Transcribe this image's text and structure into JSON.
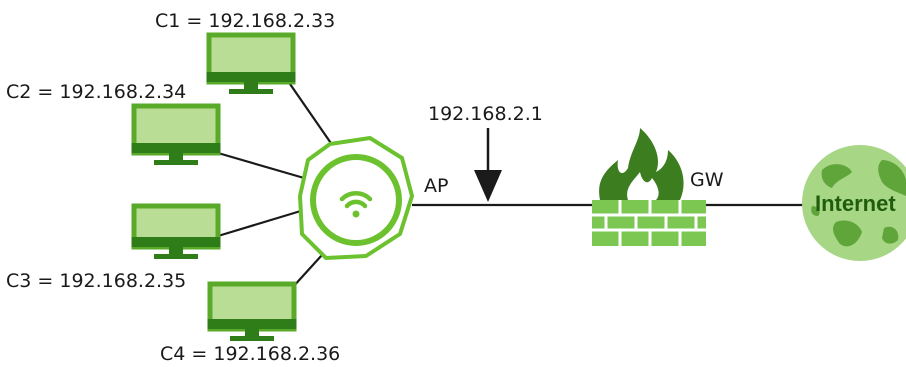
{
  "diagram": {
    "clients": [
      {
        "id": "c1",
        "label": "C1 = 192.168.2.33"
      },
      {
        "id": "c2",
        "label": "C2 = 192.168.2.34"
      },
      {
        "id": "c3",
        "label": "C3 = 192.168.2.35"
      },
      {
        "id": "c4",
        "label": "C4 = 192.168.2.36"
      }
    ],
    "access_point": {
      "label": "AP",
      "ip_label": "192.168.2.1",
      "icon": "wifi-icon"
    },
    "gateway": {
      "label": "GW",
      "icon": "firewall-icon"
    },
    "internet": {
      "label": "Internet",
      "icon": "globe-icon"
    },
    "colors": {
      "monitor_fill": "#b9dd95",
      "monitor_frame": "#5aaa2a",
      "monitor_stand": "#2f7d18",
      "ap_ring": "#6cc22e",
      "firewall_brick": "#7cc751",
      "flame": "#3b7d1f",
      "globe": "#a7d685",
      "globe_land": "#5fa53a",
      "line": "#1a1a1a"
    }
  }
}
